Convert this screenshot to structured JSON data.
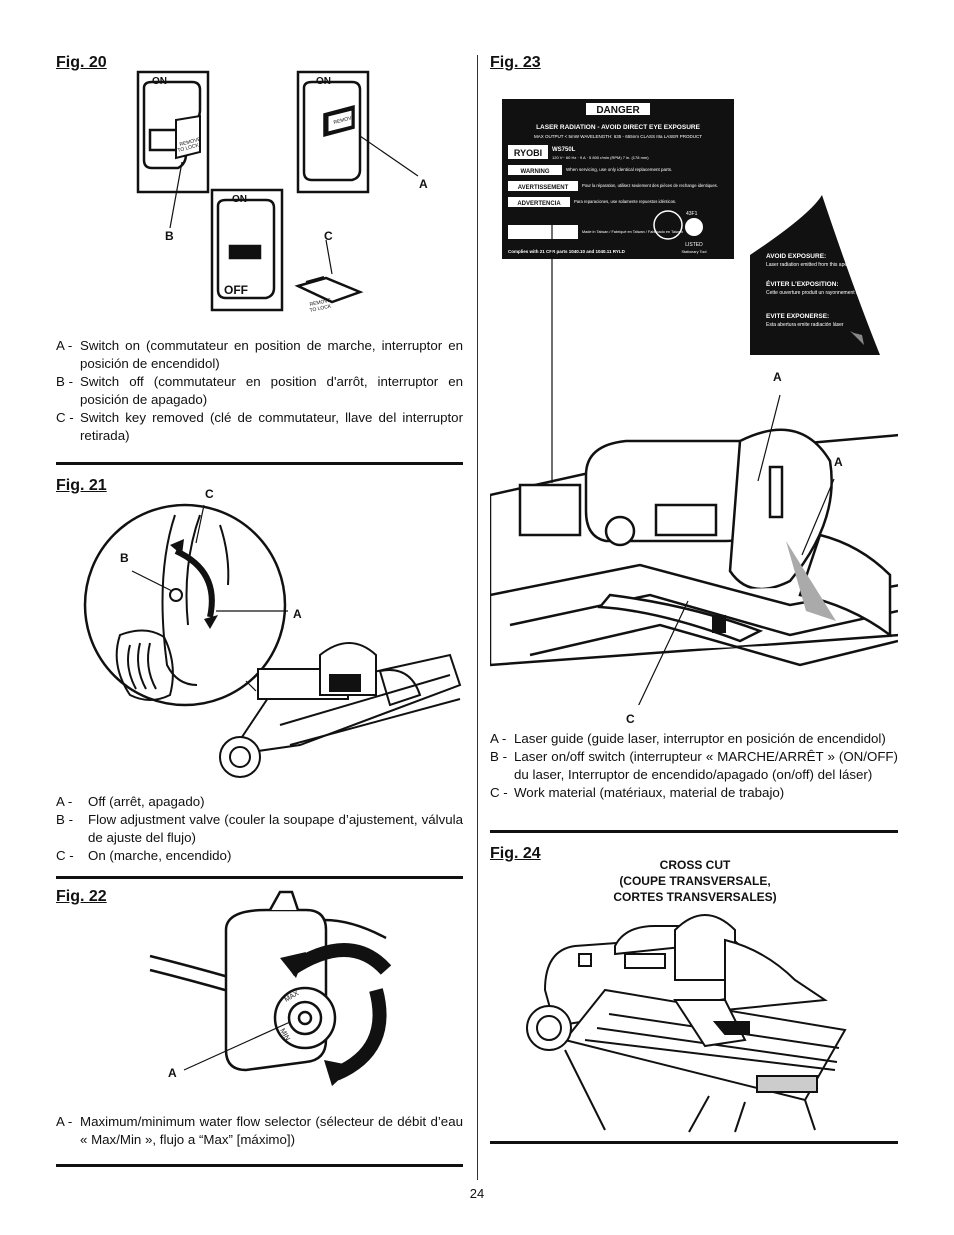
{
  "page_number": "24",
  "fig20": {
    "title": "Fig. 20",
    "labels": {
      "a": "A",
      "b": "B",
      "c": "C"
    },
    "switch_on": "ON",
    "switch_off": "OFF",
    "key_text_line1": "REMOVE",
    "key_text_line2": "TO LOCK",
    "captions": [
      {
        "key": "A -",
        "text": "Switch on (commutateur en position de marche, interruptor en posición de encendidol)"
      },
      {
        "key": "B -",
        "text": "Switch off (commutateur en position d'arrôt, interruptor en posición de apagado)"
      },
      {
        "key": "C -",
        "text": "Switch key removed (clé de commutateur, llave del interruptor retirada)"
      }
    ]
  },
  "fig21": {
    "title": "Fig. 21",
    "labels": {
      "a": "A",
      "b": "B",
      "c": "C"
    },
    "captions": [
      {
        "key": "A -",
        "text": "Off (arrêt, apagado)"
      },
      {
        "key": "B -",
        "text": "Flow adjustment valve (couler la soupape d’ajustement, válvula de ajuste del flujo)"
      },
      {
        "key": "C -",
        "text": "On (marche, encendido)"
      }
    ]
  },
  "fig22": {
    "title": "Fig. 22",
    "labels": {
      "a": "A"
    },
    "dial_max": "MAX",
    "dial_min": "MIN",
    "captions": [
      {
        "key": "A -",
        "text": "Maximum/minimum water flow selector (sélecteur de débit d’eau « Max/Min », flujo a “Max” [máximo])"
      }
    ]
  },
  "fig23": {
    "title": "Fig. 23",
    "labels": {
      "a": "A",
      "a2": "A",
      "c": "C"
    },
    "danger_label": {
      "danger": "DANGER",
      "laser_line": "LASER RADIATION - AVOID DIRECT EYE EXPOSURE",
      "spec_line": "MAX OUTPUT < 5mW  WAVELENGTH: 635 - 655nm  CLASS IIIa LASER PRODUCT",
      "brand": "RYOBI",
      "model": "WS750L",
      "rating": "120 V~ 60 Hz · 9 A · 5 800 r/min (RPM)  7 in. (178 mm)",
      "warning": "WARNING",
      "warning_text": "When servicing, use only identical replacement parts.",
      "avertissement": "AVERTISSEMENT",
      "avertissement_text": "Pour la réparation, utilisez seulement des pièces de rechange identiques.",
      "advertencia": "ADVERTENCIA",
      "advertencia_text": "Para reparaciones, use solamente repuestos idénticos.",
      "made_in": "Made in Taiwan / Fabriqué en Taïwan / Fabricado en Taiwan",
      "listed": "LISTED",
      "listing_code": "43F1",
      "stationary": "Stationary Tool",
      "complies": "Complies with 21 CFR parts 1040.10 and 1040.11  RYLD"
    },
    "aperture_label": {
      "en_title": "AVOID EXPOSURE:",
      "en_text": "Laser radiation emitted from this aperture",
      "fr_title": "ÉVITER L’EXPOSITION:",
      "fr_text": "Cette ouverture produit un rayonnement laser",
      "es_title": "EVITE EXPONERSE:",
      "es_text": "Esta abertura emite radiación láser"
    },
    "captions": [
      {
        "key": "A -",
        "text": "Laser guide (guide laser, interruptor en posición de encendidol)"
      },
      {
        "key": "B -",
        "text": "Laser on/off switch (interrupteur « MARCHE/ARRÊT » (ON/OFF) du laser, Interruptor de encendido/apagado (on/off) del láser)"
      },
      {
        "key": "C -",
        "text": "Work material (matériaux, material de trabajo)"
      }
    ]
  },
  "fig24": {
    "title": "Fig. 24",
    "heading_line1": "CROSS CUT",
    "heading_line2": "(COUPE TRANSVERSALE,",
    "heading_line3": "CORTES TRANSVERSALES)"
  }
}
